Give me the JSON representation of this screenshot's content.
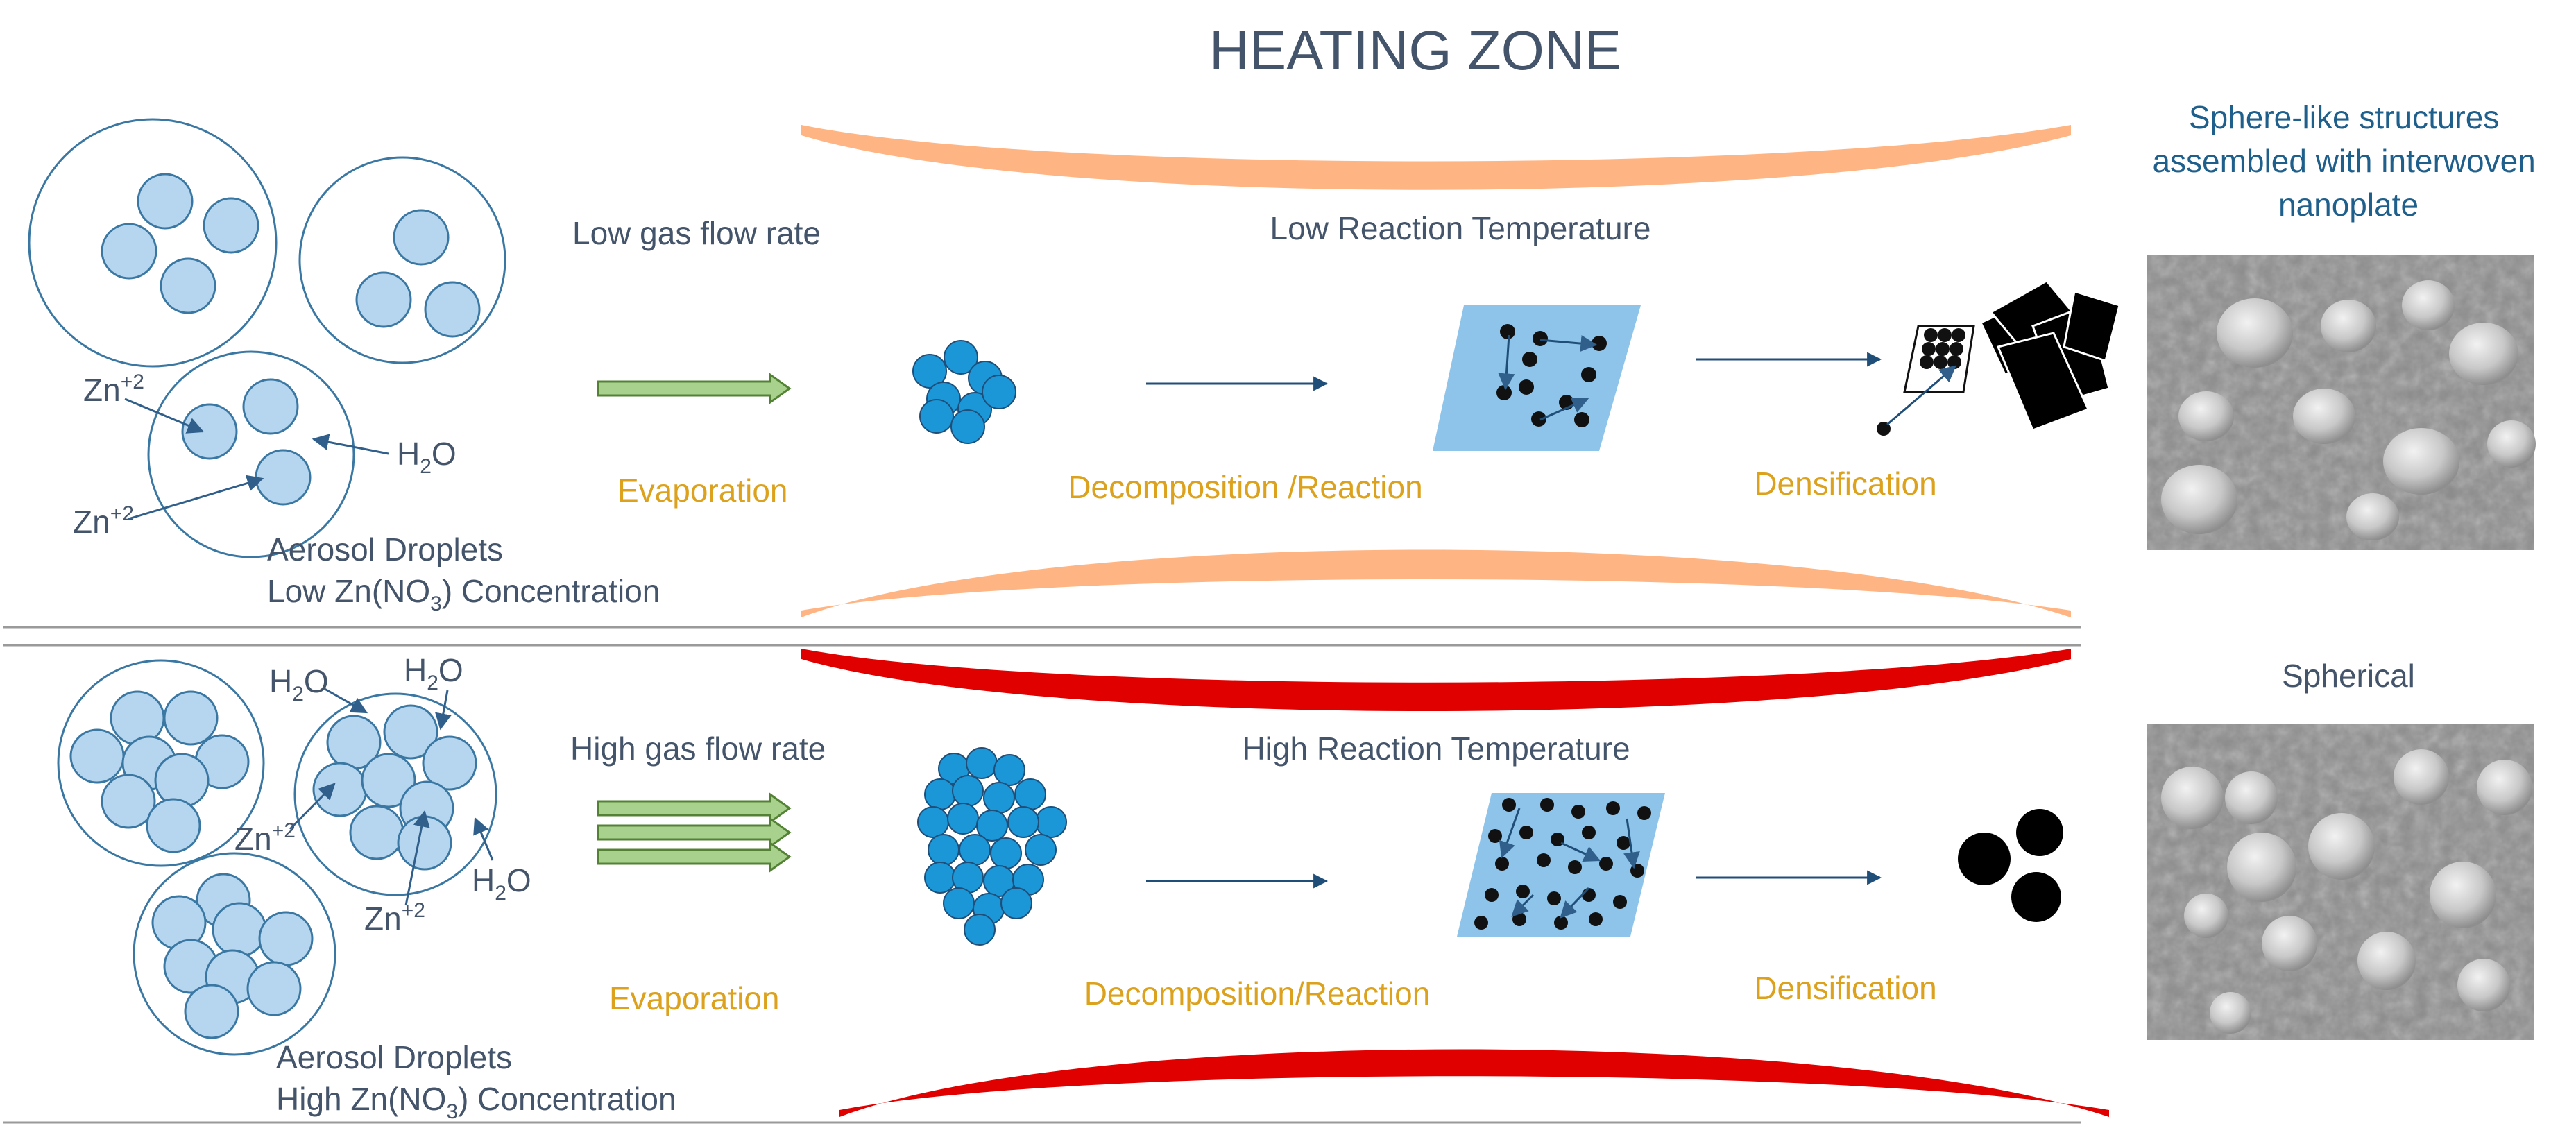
{
  "title": "HEATING ZONE",
  "colors": {
    "low_heater": "#ffb583",
    "high_heater": "#e00000",
    "droplet_stroke": "#3a78a3",
    "droplet_particle": "#b6d6ef",
    "nuclei": "#1b96d6",
    "plane": "#8fc4ea",
    "text": "#44546a",
    "orange_text": "#dca21e",
    "arrow_green": "#a9d18e",
    "arrow_green_stroke": "#548235",
    "sem_gray": "#8a8a8a"
  },
  "top_row": {
    "gas_flow": "Low gas flow rate",
    "temperature": "Low Reaction Temperature",
    "evaporation": "Evaporation",
    "decomposition": "Decomposition /Reaction",
    "densification": "Densification",
    "droplets_label_line1": "Aerosol Droplets",
    "droplets_label_line2_pre": "Low Zn(NO",
    "droplets_label_line2_sub": "3",
    "droplets_label_line2_post": ") Concentration",
    "zn_label": "Zn",
    "zn_charge": "+2",
    "h2o_h": "H",
    "h2o_sub": "2",
    "h2o_o": "O",
    "result_line1": "Sphere-like structures",
    "result_line2": "assembled with interwoven",
    "result_line3": "nanoplate"
  },
  "bottom_row": {
    "gas_flow": "High gas flow rate",
    "temperature": "High Reaction Temperature",
    "evaporation": "Evaporation",
    "decomposition": "Decomposition/Reaction",
    "densification": "Densification",
    "droplets_label_line1": "Aerosol Droplets",
    "droplets_label_line2_pre": "High Zn(NO",
    "droplets_label_line2_sub": "3",
    "droplets_label_line2_post": ") Concentration",
    "zn_label": "Zn",
    "zn_charge": "+2",
    "h2o_h": "H",
    "h2o_sub": "2",
    "h2o_o": "O",
    "result_line1": "Spherical"
  }
}
